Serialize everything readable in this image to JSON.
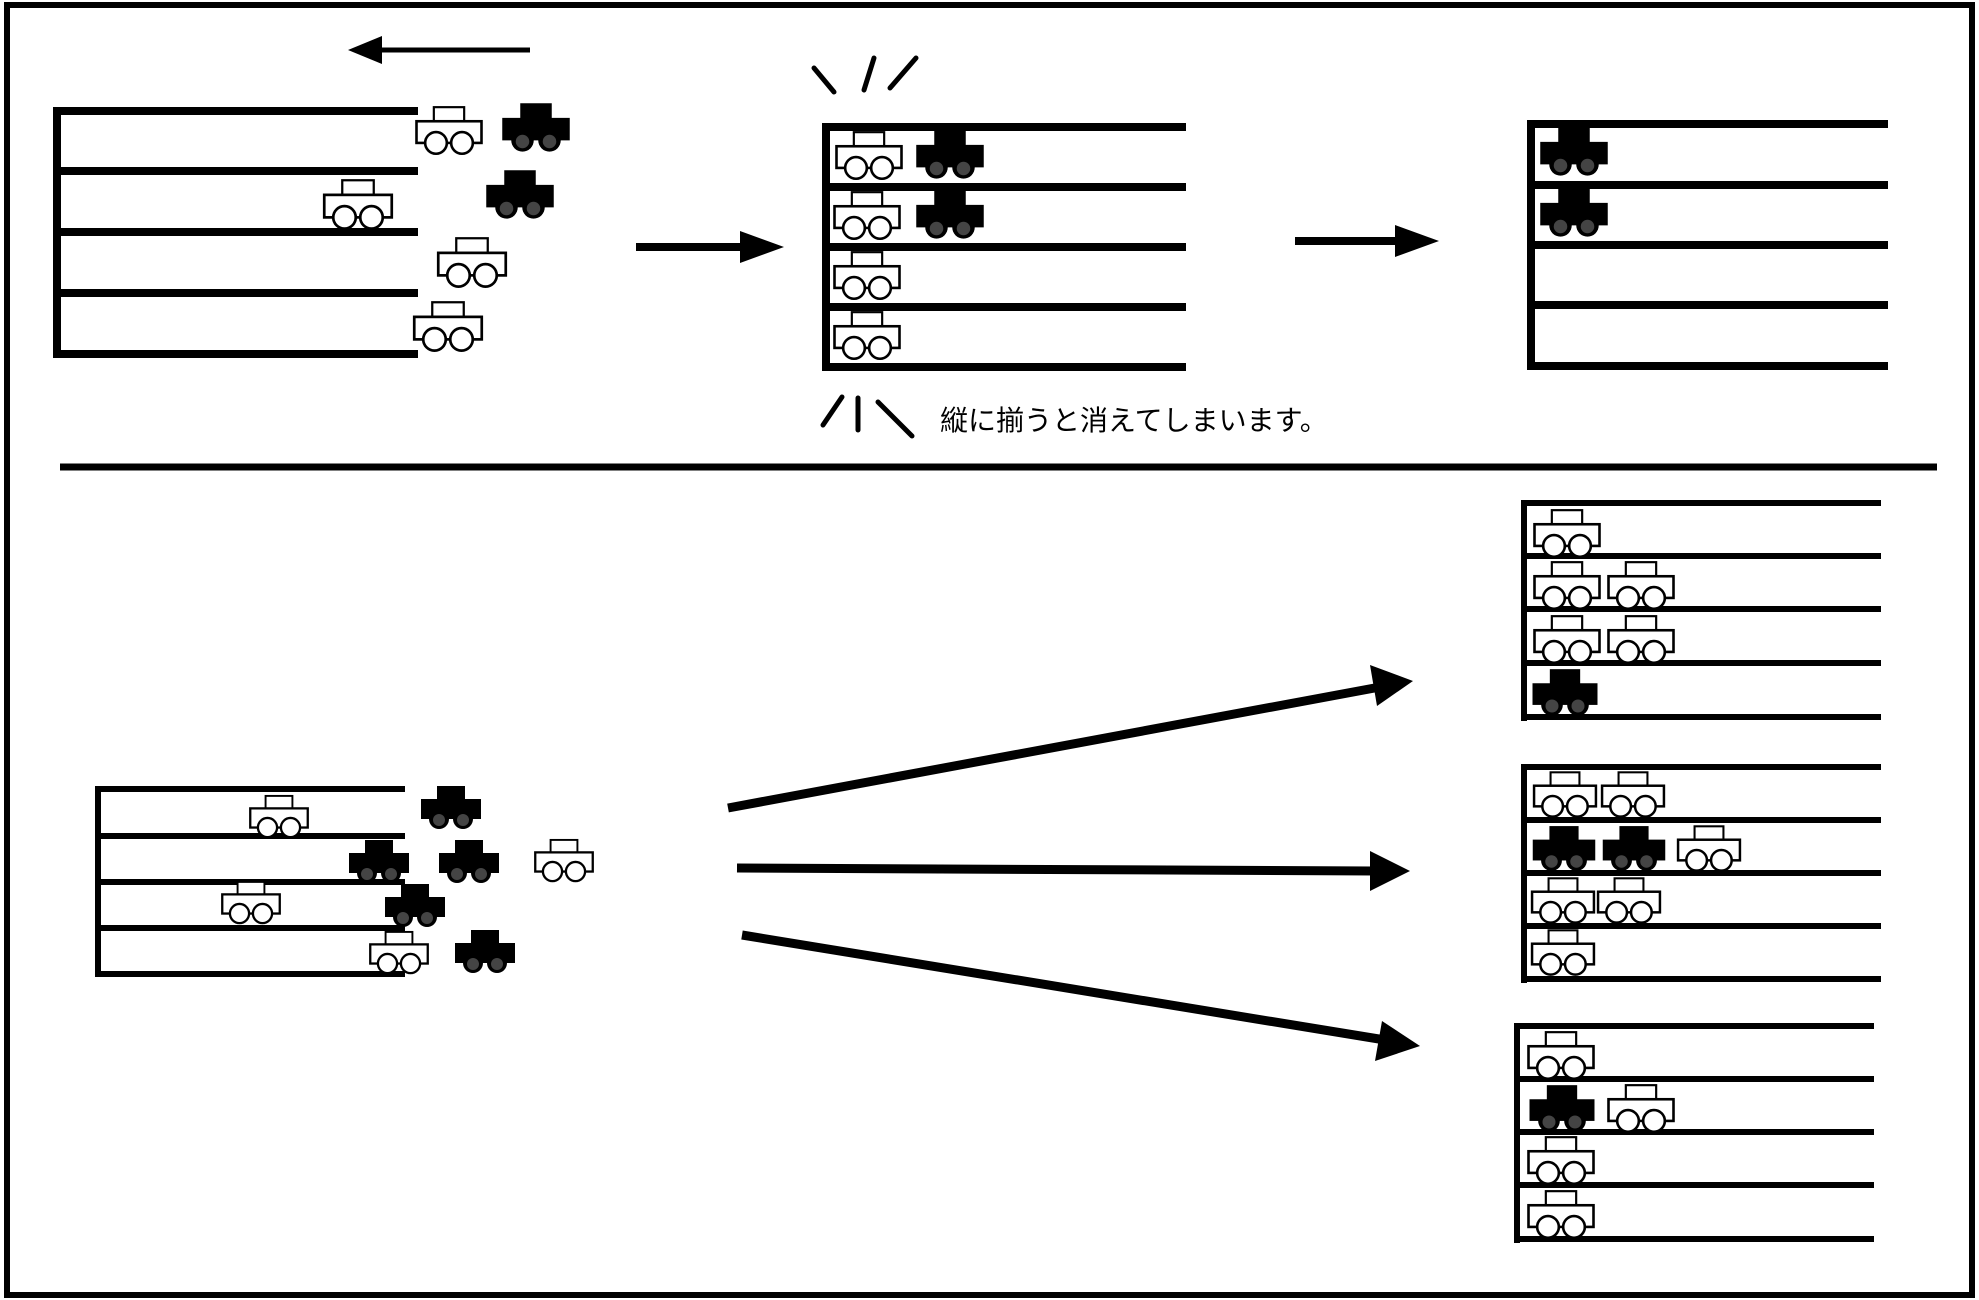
{
  "caption": "縦に揃うと消えてしまいます。",
  "colors": {
    "ink": "#000000",
    "paper": "#ffffff",
    "light_car": "#ffffff",
    "dark_car": "#000000"
  },
  "icons": {
    "light_car": "light-car-icon",
    "dark_car": "dark-car-icon",
    "arrow": "arrow-icon",
    "flash": "flash-lines-icon"
  },
  "scene_top": {
    "before": {
      "lanes": 4,
      "cars": [
        {
          "lane": 1,
          "color": "light"
        },
        {
          "lane": 1,
          "color": "dark"
        },
        {
          "lane": 2,
          "color": "light"
        },
        {
          "lane": 2,
          "color": "dark"
        },
        {
          "lane": 3,
          "color": "light"
        },
        {
          "lane": 4,
          "color": "light"
        }
      ],
      "motion": "left"
    },
    "aligned": {
      "lanes": 4,
      "cars": [
        {
          "lane": 1,
          "color": "light"
        },
        {
          "lane": 1,
          "color": "dark"
        },
        {
          "lane": 2,
          "color": "light"
        },
        {
          "lane": 2,
          "color": "dark"
        },
        {
          "lane": 3,
          "color": "light"
        },
        {
          "lane": 4,
          "color": "light"
        }
      ]
    },
    "after": {
      "lanes": 4,
      "cars": [
        {
          "lane": 1,
          "color": "dark"
        },
        {
          "lane": 2,
          "color": "dark"
        }
      ]
    }
  },
  "scene_bottom": {
    "start": {
      "lanes": 4,
      "cars": [
        {
          "lane": 1,
          "color": "light"
        },
        {
          "lane": 1,
          "color": "dark"
        },
        {
          "lane": 2,
          "color": "dark"
        },
        {
          "lane": 2,
          "color": "dark"
        },
        {
          "lane": 2,
          "color": "light"
        },
        {
          "lane": 3,
          "color": "light"
        },
        {
          "lane": 3,
          "color": "dark"
        },
        {
          "lane": 4,
          "color": "light"
        },
        {
          "lane": 4,
          "color": "dark"
        }
      ]
    },
    "outcomes": [
      {
        "lanes": 4,
        "cars": [
          {
            "lane": 1,
            "color": "light"
          },
          {
            "lane": 2,
            "color": "light"
          },
          {
            "lane": 2,
            "color": "light"
          },
          {
            "lane": 3,
            "color": "light"
          },
          {
            "lane": 3,
            "color": "light"
          },
          {
            "lane": 4,
            "color": "dark"
          }
        ]
      },
      {
        "lanes": 4,
        "cars": [
          {
            "lane": 1,
            "color": "light"
          },
          {
            "lane": 1,
            "color": "light"
          },
          {
            "lane": 2,
            "color": "dark"
          },
          {
            "lane": 2,
            "color": "dark"
          },
          {
            "lane": 2,
            "color": "light"
          },
          {
            "lane": 3,
            "color": "light"
          },
          {
            "lane": 3,
            "color": "light"
          },
          {
            "lane": 4,
            "color": "light"
          }
        ]
      },
      {
        "lanes": 4,
        "cars": [
          {
            "lane": 1,
            "color": "light"
          },
          {
            "lane": 2,
            "color": "dark"
          },
          {
            "lane": 2,
            "color": "light"
          },
          {
            "lane": 3,
            "color": "light"
          },
          {
            "lane": 4,
            "color": "light"
          }
        ]
      }
    ]
  }
}
